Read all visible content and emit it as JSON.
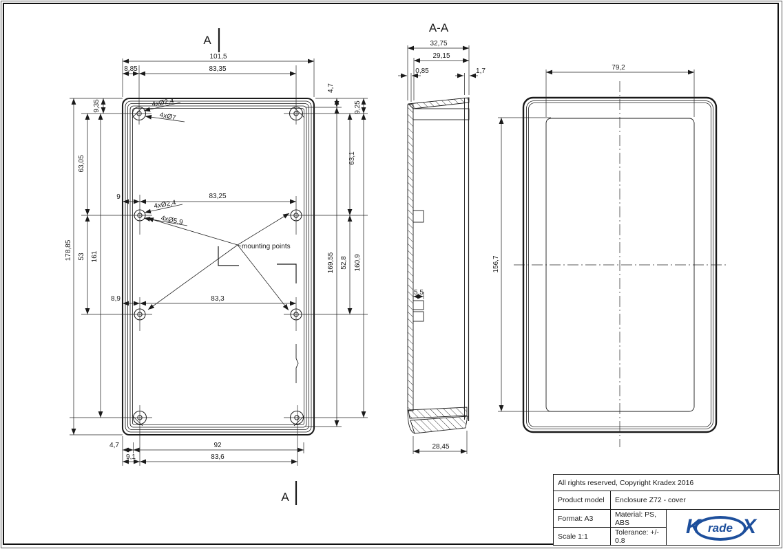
{
  "colors": {
    "line": "#1a1a1a",
    "logo_blue": "#1d4f9c"
  },
  "views": {
    "top_view": {
      "section_label_top": "A",
      "section_label_bottom": "A",
      "dims": {
        "overall_width": "101,5",
        "hole_span_top": "83,35",
        "hole_offset_left_top": "8,85",
        "lip_offset_right": "4,7",
        "hole_offset_right_top": "9,25",
        "hole_offset_left_top_v": "9,35",
        "overall_height": "178,85",
        "hole_gap_upper_left": "63,05",
        "hole_gap_lower_left": "53",
        "hole_span_vert_left": "161",
        "hole_gap_upper_right": "63,1",
        "hole_gap_lower_right": "52,8",
        "lip_span_vert_right": "169,55",
        "hole_span_vert_right": "160,9",
        "mid_hole_offset": "9",
        "mid_hole_span": "83,25",
        "mid2_hole_offset": "8,9",
        "mid2_hole_span": "83,3",
        "bottom_edge_offset": "4,7",
        "bottom_outer_span": "92",
        "bottom_hole_offset": "9,1",
        "bottom_hole_span": "83,6"
      },
      "callouts": {
        "corner_hole_small": "4xØ2,4",
        "corner_hole_large": "4xØ7",
        "mid_hole_small": "4xØ2,4",
        "mid_hole_large": "4xØ5,9",
        "note": "mounting points"
      }
    },
    "section_view": {
      "title": "A-A",
      "dims": {
        "overall_depth": "32,75",
        "inner_depth": "29,15",
        "wall_left": "0,85",
        "wall_right": "1,7",
        "boss_width": "5,5",
        "bottom_depth": "28,45"
      }
    },
    "side_view": {
      "dims": {
        "inner_width": "79,2",
        "inner_height": "156,7"
      }
    }
  },
  "title_block": {
    "copyright": "All rights reserved, Copyright Kradex 2016",
    "product_model_label": "Product model",
    "product_model_value": "Enclosure Z72 - cover",
    "format": "Format: A3",
    "material": "Material: PS, ABS",
    "scale": "Scale 1:1",
    "tolerance": "Tolerance: +/- 0.8"
  },
  "logo": {
    "k": "K",
    "rade": "rade",
    "x": "X"
  }
}
